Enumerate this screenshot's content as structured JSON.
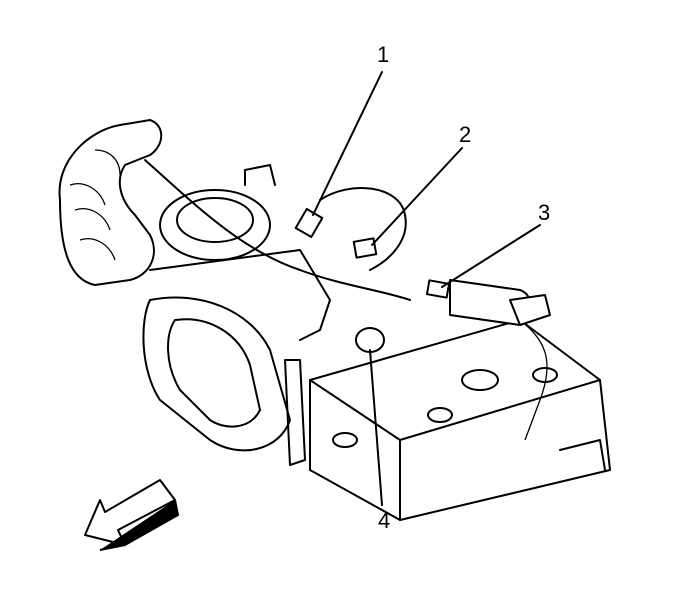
{
  "diagram": {
    "subject": "engine-component-locator",
    "callouts": [
      {
        "id": 1,
        "label": "1"
      },
      {
        "id": 2,
        "label": "2"
      },
      {
        "id": 3,
        "label": "3"
      },
      {
        "id": 4,
        "label": "4"
      }
    ],
    "direction_arrow_icon": "front-arrow-icon"
  }
}
